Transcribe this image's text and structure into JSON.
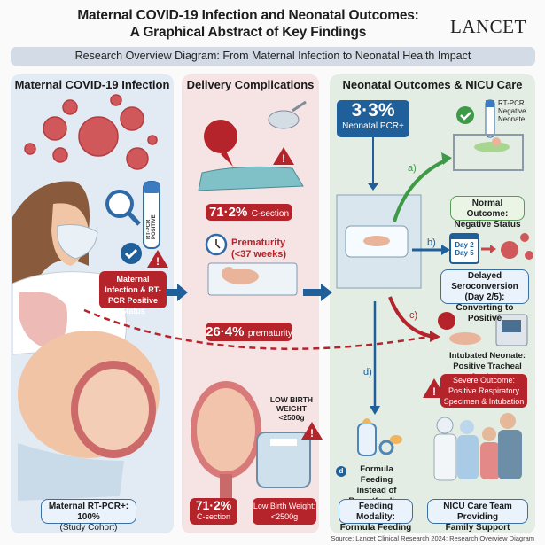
{
  "header": {
    "title_line1": "Maternal COVID-19 Infection and Neonatal Outcomes:",
    "title_line2": "A Graphical Abstract of Key Findings",
    "logo": "LANCET",
    "subtitle": "Research Overview Diagram: From Maternal Infection to Neonatal Health Impact"
  },
  "panel_maternal": {
    "heading": "Maternal COVID-19 Infection",
    "tube_label": "RT-PCR POSITIVE",
    "status_box": "Maternal Infection & RT-PCR Positive Status",
    "cohort_box_line1": "Maternal RT-PCR+: 100%",
    "cohort_box_line2": "(Study Cohort)"
  },
  "panel_delivery": {
    "heading": "Delivery Complications",
    "csection_stat": "71·2%",
    "csection_label": "C-section",
    "prematurity_heading_line1": "Prematurity",
    "prematurity_heading_line2": "(<37 weeks)",
    "prematurity_stat": "26·4%",
    "prematurity_label": "prematurity",
    "lbw_heading_line1": "LOW BIRTH",
    "lbw_heading_line2": "WEIGHT",
    "lbw_heading_line3": "<2500g",
    "csection_box_stat": "71·2%",
    "csection_box_label": "C-section",
    "lbw_box_line1": "Low Birth Weight:",
    "lbw_box_line2": "<2500g"
  },
  "panel_neonatal": {
    "heading": "Neonatal Outcomes & NICU Care",
    "pcr_stat": "3·3%",
    "pcr_label": "Neonatal PCR+",
    "neg_label_line1": "RT-PCR",
    "neg_label_line2": "Negative",
    "neg_label_line3": "Neonate",
    "path_a": "a)",
    "path_b": "b)",
    "path_c": "c)",
    "path_d": "d)",
    "normal_box_line1": "Normal Outcome:",
    "normal_box_line2": "Negative Status",
    "calendar_day1": "Day 2",
    "calendar_day2": "Day 5",
    "sero_box_line1": "Delayed Seroconversion",
    "sero_box_line2": "(Day 2/5):",
    "sero_box_line3": "Converting to Positive",
    "intubated_line1": "Intubated Neonate:",
    "intubated_line2": "Positive Tracheal Aspirate",
    "severe_line1": "Severe Outcome:",
    "severe_line2": "Positive Respiratory",
    "severe_line3": "Specimen & Intubation",
    "formula_badge": "d",
    "formula_line1": "Formula Feeding",
    "formula_line2": "instead of",
    "formula_line3": "Breastfeeding",
    "feeding_box_line1": "Feeding Modality:",
    "feeding_box_line2": "Formula Feeding",
    "care_box_line1": "NICU Care Team Providing",
    "care_box_line2": "Family Support"
  },
  "footer": {
    "source": "Source: Lancet Clinical Research 2024; Research Overview Diagram"
  },
  "colors": {
    "red": "#b5232b",
    "blue": "#1f5f9a",
    "green": "#3f9a48"
  }
}
